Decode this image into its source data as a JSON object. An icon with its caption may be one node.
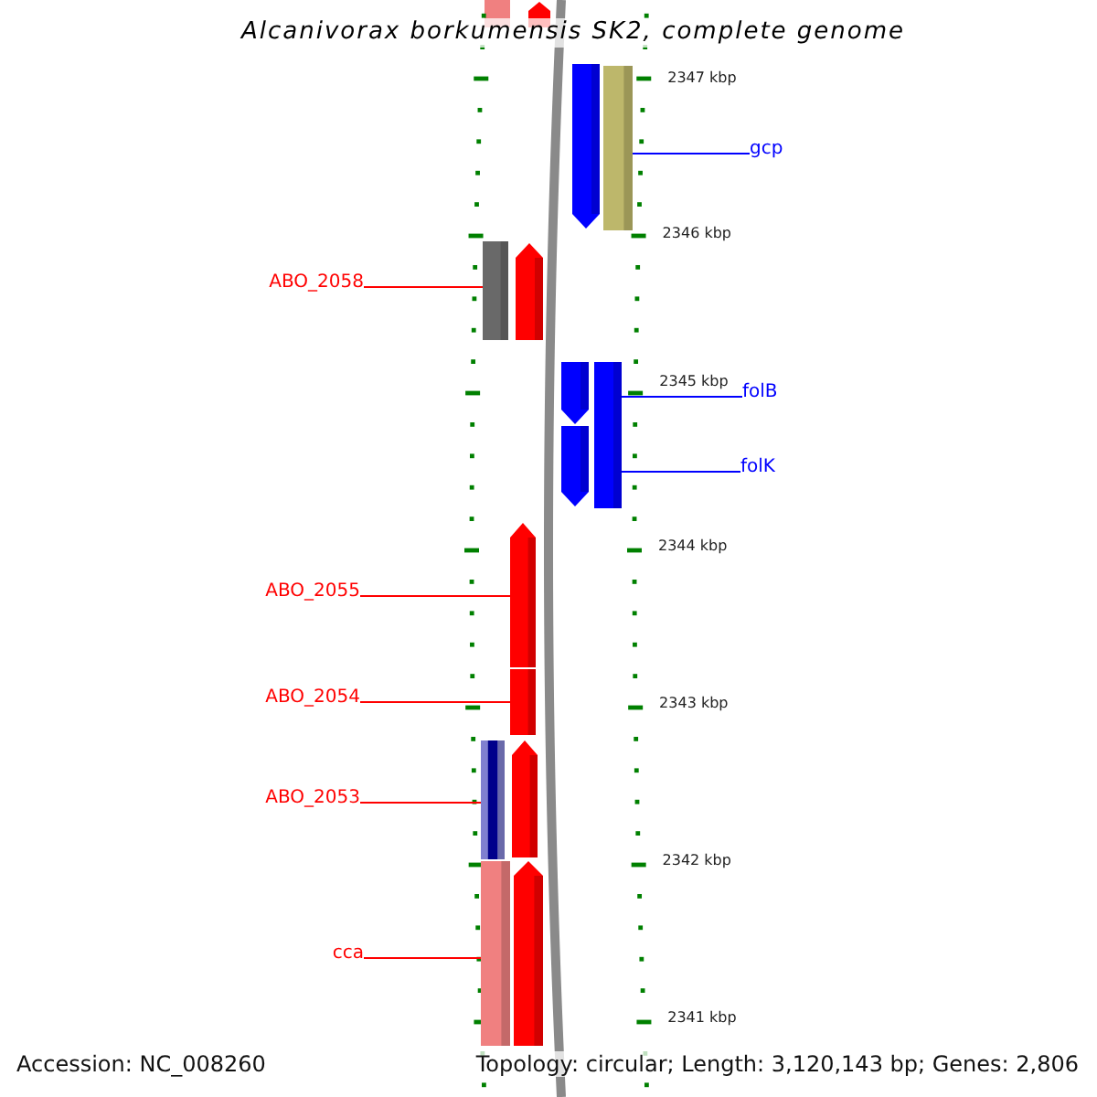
{
  "diagram": {
    "title": "Alcanivorax borkumensis SK2, complete genome",
    "nodes": [
      {
        "text": [
          "gcp"
        ]
      },
      {
        "text": [],
        "shape": "arrow"
      },
      {
        "text": [],
        "shape": "bar"
      },
      {
        "text": [
          "ABO_2058"
        ]
      },
      {
        "text": [],
        "shape": "bar"
      },
      {
        "text": [],
        "shape": "arrow"
      },
      {
        "text": [
          "folB"
        ]
      },
      {
        "text": [],
        "shape": "arrow"
      },
      {
        "text": [],
        "shape": "arrow"
      },
      {
        "text": [],
        "shape": "bar"
      },
      {
        "text": [
          "folK"
        ]
      },
      {
        "text": [
          "ABO_2055"
        ]
      },
      {
        "text": [],
        "shape": "arrow"
      },
      {
        "text": [
          "ABO_2054"
        ]
      },
      {
        "text": [],
        "shape": "bar"
      },
      {
        "text": [
          "ABO_2053"
        ]
      },
      {
        "text": [],
        "shape": "bar"
      },
      {
        "text": [],
        "shape": "arrow"
      },
      {
        "text": [
          "cca"
        ]
      },
      {
        "text": [],
        "shape": "bar"
      },
      {
        "text": [],
        "shape": "arrow"
      }
    ],
    "edges": [
      {
        "from": 0,
        "to": 2,
        "arrow": "none",
        "color": "#0000ff"
      },
      {
        "from": 3,
        "to": 4,
        "arrow": "none"
      },
      {
        "from": 6,
        "to": 9,
        "arrow": "none",
        "color": "#0000ff"
      },
      {
        "from": 10,
        "to": 9,
        "arrow": "none",
        "color": "#0000ff"
      },
      {
        "from": 11,
        "to": 12,
        "arrow": "none"
      },
      {
        "from": 13,
        "to": 14,
        "arrow": "none"
      },
      {
        "from": 15,
        "to": 16,
        "arrow": "none"
      },
      {
        "from": 18,
        "to": 19,
        "arrow": "none"
      }
    ],
    "labels": [
      "2347 kbp",
      "2346 kbp",
      "2345 kbp",
      "2344 kbp",
      "2343 kbp",
      "2342 kbp",
      "2341 kbp",
      "Accession: NC_008260",
      "Topology: circular; Length: 3,120,143 bp; Genes: 2,806"
    ]
  }
}
